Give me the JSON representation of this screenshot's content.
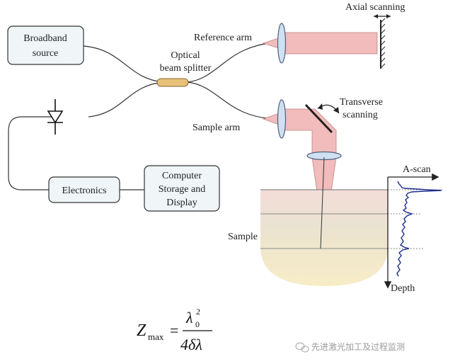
{
  "boxes": {
    "source": [
      "Broadband",
      "source"
    ],
    "electronics": [
      "Electronics"
    ],
    "computer": [
      "Computer",
      "Storage and",
      "Display"
    ]
  },
  "labels": {
    "splitter": [
      "Optical",
      "beam splitter"
    ],
    "reference_arm": "Reference arm",
    "sample_arm": "Sample arm",
    "axial_scanning": "Axial scanning",
    "transverse_scanning": [
      "Transverse",
      "scanning"
    ],
    "a_scan": "A-scan",
    "depth": "Depth",
    "sample": "Sample"
  },
  "formula": {
    "lhs_symbol": "Z",
    "lhs_subscript": "max",
    "equals": "=",
    "numerator_symbol": "λ",
    "numerator_subscript": "0",
    "numerator_superscript": "2",
    "denominator": "4δλ"
  },
  "watermark": "先进激光加工及过程监测",
  "colors": {
    "beam": "#f2bcbc",
    "beam_edge": "#c08080",
    "lens": "#cfe0f2",
    "lens_edge": "#50607a",
    "splitter": "#e9c07a",
    "box_fill": "#f0f6f8",
    "sample_top": "#f5e2dc",
    "sample_mid": "#e9e3cf",
    "sample_bottom": "#f6ebc8",
    "signal": "#1a2d8c"
  }
}
